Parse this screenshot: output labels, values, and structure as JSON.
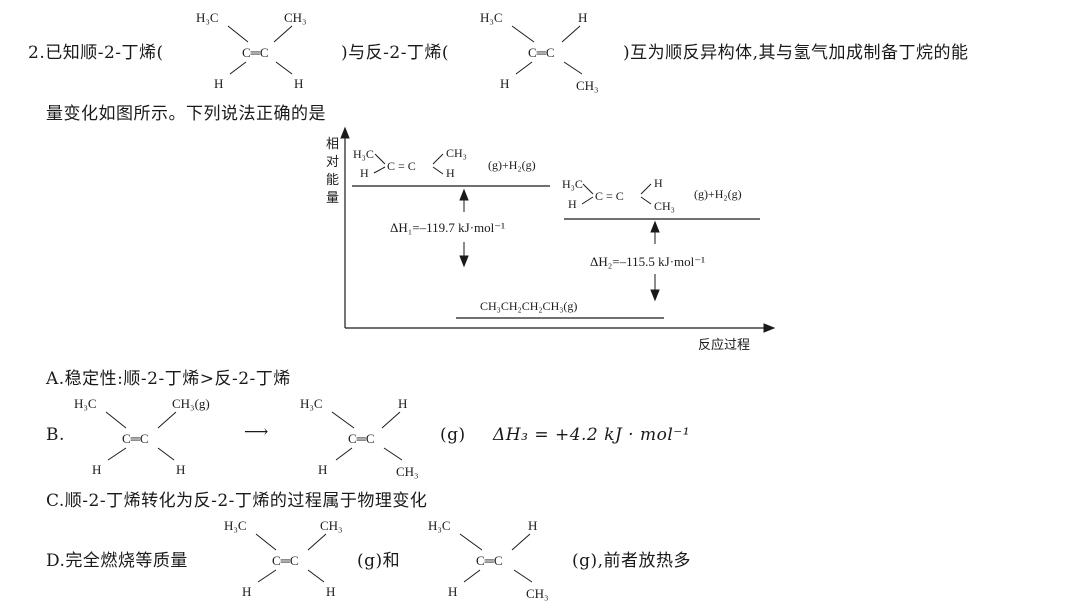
{
  "question": {
    "seg_intro": "2.已知顺-2-丁烯(",
    "seg_mid": ")与反-2-丁烯(",
    "seg_tail": ")互为顺反异构体,其与氢气加成制备丁烷的能",
    "line2": "量变化如图所示。下列说法正确的是"
  },
  "molecule": {
    "h3c": "H₃C",
    "ch3": "CH₃",
    "h": "H",
    "c_eq_c": "C═C",
    "ch3_g": "CH₃(g)"
  },
  "diagram": {
    "y_axis_label": [
      "相",
      "对",
      "能",
      "量"
    ],
    "x_axis_label": "反应过程",
    "cis_state": {
      "h3c": "H₃C",
      "h": "H",
      "eq": "C = C",
      "ch3": "CH₃",
      "h_right": "H",
      "suffix": "(g)+H₂(g)"
    },
    "trans_state": {
      "h3c": "H₃C",
      "h": "H",
      "eq": "C = C",
      "h_right": "H",
      "ch3": "CH₃",
      "suffix": "(g)+H₂(g)"
    },
    "dh1": "ΔH₁=–119.7 kJ·mol⁻¹",
    "dh2": "ΔH₂=–115.5 kJ·mol⁻¹",
    "product": "CH₃CH₂CH₂CH₃(g)"
  },
  "options": {
    "a": "A.稳定性:顺-2-丁烯>反-2-丁烯",
    "b_label": "B.",
    "b_arrow": "⟶",
    "b_g": "(g)",
    "b_dh": "ΔH₃ = +4.2 kJ · mol⁻¹",
    "c": "C.顺-2-丁烯转化为反-2-丁烯的过程属于物理变化",
    "d_label": "D.完全燃烧等质量",
    "d_mid": "(g)和",
    "d_tail": "(g),前者放热多"
  }
}
